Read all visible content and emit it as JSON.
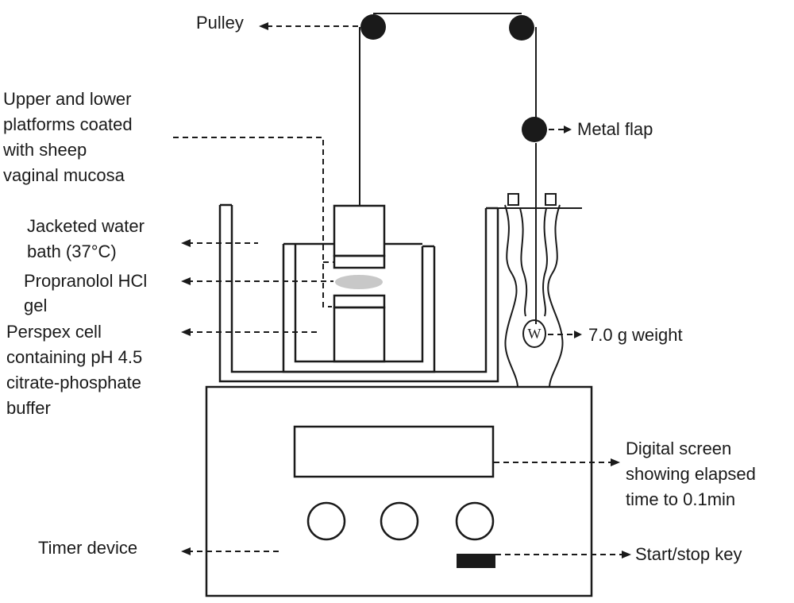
{
  "labels": {
    "pulley": "Pulley",
    "metal_flap": "Metal flap",
    "platforms": [
      "Upper and lower",
      "platforms coated",
      "with sheep",
      "vaginal mucosa"
    ],
    "water_bath": [
      "Jacketed water",
      "bath (37°C)"
    ],
    "gel": [
      "Propranolol HCl",
      "gel"
    ],
    "perspex_cell": [
      "Perspex cell",
      "containing pH 4.5",
      "citrate-phosphate",
      "buffer"
    ],
    "weight": "7.0 g weight",
    "weight_symbol": "W",
    "digital_screen": [
      "Digital screen",
      "showing elapsed",
      "time to 0.1min"
    ],
    "start_stop": "Start/stop key",
    "timer": "Timer device"
  },
  "colors": {
    "ink": "#1a1a1a",
    "gel": "#c8c8c8",
    "background": "#ffffff"
  }
}
